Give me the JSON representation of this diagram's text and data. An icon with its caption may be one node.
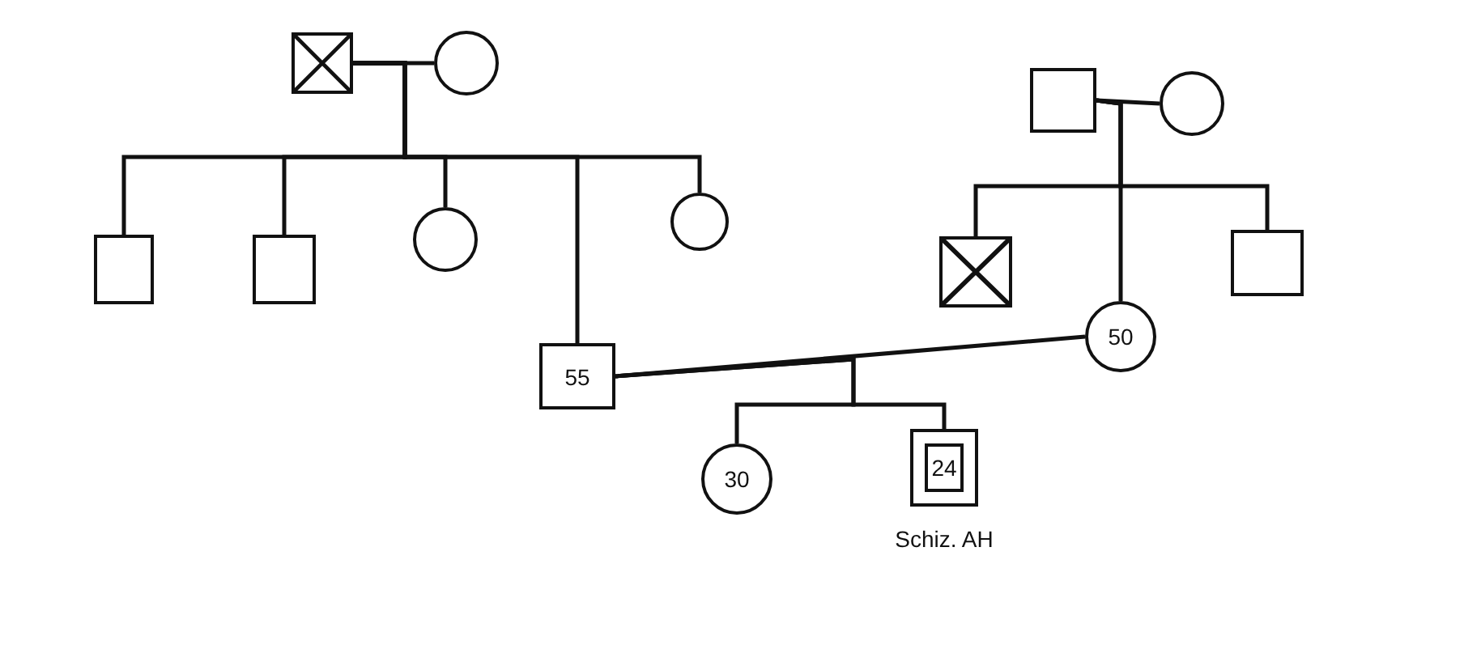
{
  "diagram": {
    "nodes": [
      {
        "text": [],
        "shape": "box"
      },
      {
        "text": [],
        "shape": "circle"
      },
      {
        "text": [],
        "shape": "box"
      },
      {
        "text": [],
        "shape": "box"
      },
      {
        "text": [],
        "shape": "circle"
      },
      {
        "text": [
          "55"
        ]
      },
      {
        "text": [],
        "shape": "circle"
      },
      {
        "text": [],
        "shape": "box"
      },
      {
        "text": [],
        "shape": "circle"
      },
      {
        "text": [],
        "shape": "box"
      },
      {
        "text": [
          "50"
        ]
      },
      {
        "text": [],
        "shape": "box"
      },
      {
        "text": [
          "30"
        ]
      },
      {
        "text": [
          "24"
        ],
        "beside": [
          "Schiz. AH"
        ]
      }
    ],
    "edges": [
      {
        "from": 0,
        "to": 1,
        "arrow": "none"
      },
      {
        "from": 0,
        "to": 2,
        "arrow": "none"
      },
      {
        "from": 0,
        "to": 3,
        "arrow": "none"
      },
      {
        "from": 0,
        "to": 4,
        "arrow": "none"
      },
      {
        "from": 0,
        "to": 5,
        "arrow": "none"
      },
      {
        "from": 0,
        "to": 6,
        "arrow": "none"
      },
      {
        "from": 7,
        "to": 8,
        "arrow": "none"
      },
      {
        "from": 7,
        "to": 9,
        "arrow": "none"
      },
      {
        "from": 7,
        "to": 10,
        "arrow": "none"
      },
      {
        "from": 7,
        "to": 11,
        "arrow": "none"
      },
      {
        "from": 5,
        "to": 10,
        "arrow": "none"
      },
      {
        "from": 5,
        "to": 12,
        "arrow": "none"
      },
      {
        "from": 5,
        "to": 13,
        "arrow": "none"
      }
    ]
  }
}
